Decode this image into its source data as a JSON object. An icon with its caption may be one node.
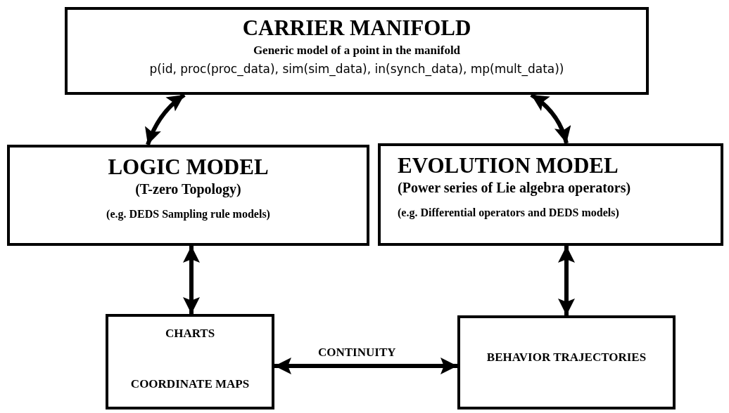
{
  "diagram": {
    "nodes": [
      {
        "text": [
          "CARRIER MANIFOLD",
          "Generic model of a point in the manifold",
          "p(id, proc(proc_data), sim(sim_data), in(synch_data), mp(mult_data))"
        ]
      },
      {
        "text": [
          "LOGIC MODEL",
          "(T-zero Topology)",
          "(e.g. DEDS Sampling rule models)"
        ]
      },
      {
        "text": [
          "EVOLUTION MODEL",
          "(Power series of Lie algebra operators)",
          "(e.g. Differential operators and DEDS models)"
        ]
      },
      {
        "text": [
          "CHARTS",
          "COORDINATE MAPS"
        ]
      },
      {
        "text": [
          "BEHAVIOR TRAJECTORIES"
        ]
      }
    ],
    "edges": [
      {
        "from": 0,
        "to": 1,
        "arrow": "both"
      },
      {
        "from": 0,
        "to": 2,
        "arrow": "both"
      },
      {
        "from": 1,
        "to": 3,
        "arrow": "both"
      },
      {
        "from": 2,
        "to": 4,
        "arrow": "both"
      },
      {
        "from": 3,
        "to": 4,
        "arrow": "both",
        "label": "CONTINUITY"
      }
    ]
  }
}
